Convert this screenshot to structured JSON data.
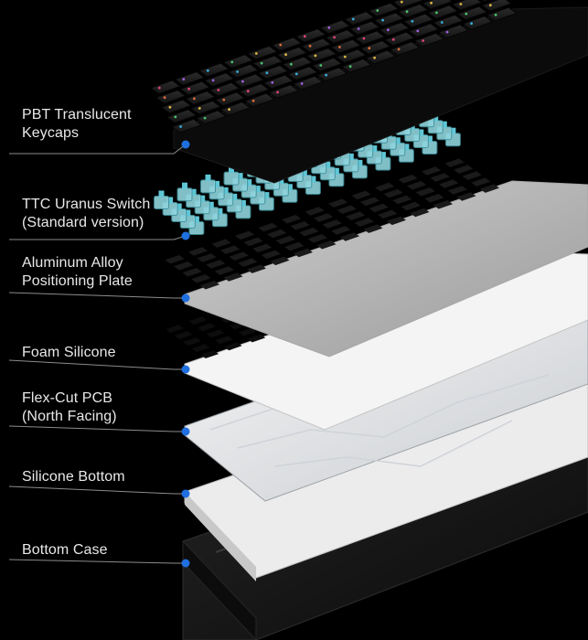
{
  "layers": [
    {
      "id": "keycaps",
      "lines": [
        "PBT Translucent",
        "Keycaps"
      ]
    },
    {
      "id": "switch",
      "lines": [
        "TTC Uranus Switch",
        "(Standard version)"
      ]
    },
    {
      "id": "plate",
      "lines": [
        "Aluminum Alloy",
        "Positioning Plate"
      ]
    },
    {
      "id": "foam",
      "lines": [
        "Foam Silicone"
      ]
    },
    {
      "id": "pcb",
      "lines": [
        "Flex-Cut PCB",
        "(North Facing)"
      ]
    },
    {
      "id": "silicone",
      "lines": [
        "Silicone Bottom"
      ]
    },
    {
      "id": "case",
      "lines": [
        "Bottom Case"
      ]
    }
  ],
  "colors": {
    "background": "#000000",
    "text": "#e8e8e8",
    "leader": "#8c8c8c",
    "marker": "#1f6fe0",
    "keycap": "#1b1b1b",
    "switch_stem": "#5fc6d6",
    "plate": "#d9d9d9",
    "foam": "#f2f2f2",
    "pcb": "#e4e6e8",
    "silicone": "#f5f5f5",
    "case": "#111111"
  }
}
